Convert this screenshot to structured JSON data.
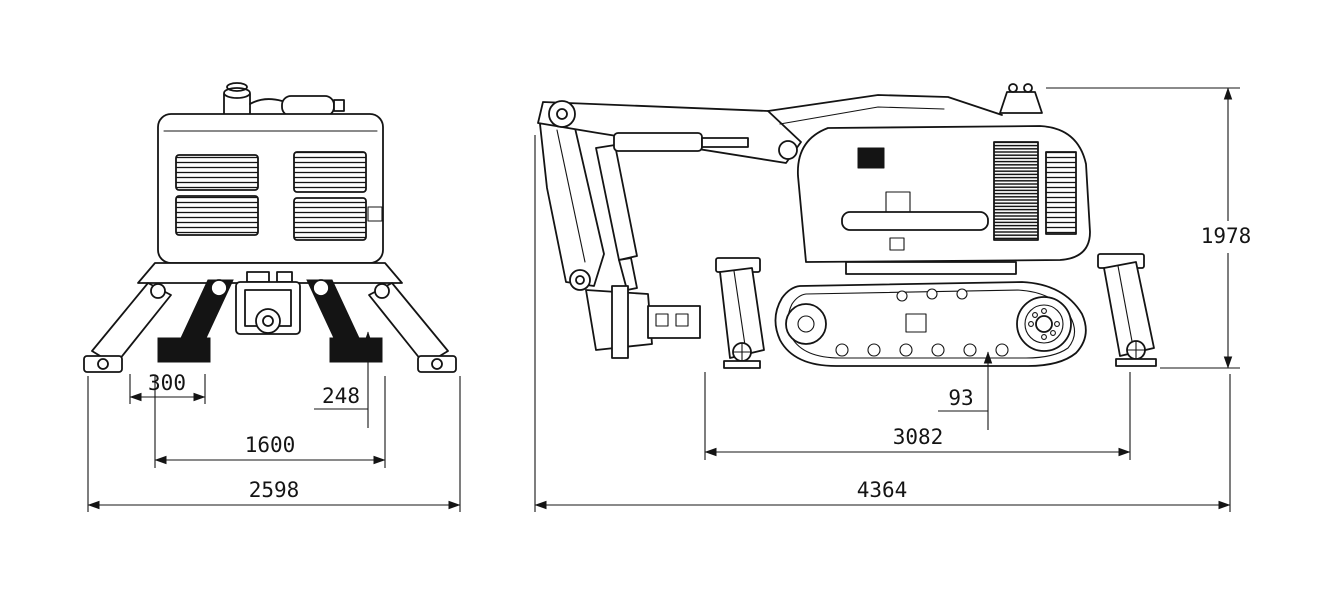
{
  "colors": {
    "line": "#141414",
    "background": "#ffffff"
  },
  "dimensions": {
    "d300": "300",
    "d248": "248",
    "d1600": "1600",
    "d2598": "2598",
    "d93": "93",
    "d3082": "3082",
    "d4364": "4364",
    "d1978": "1978"
  }
}
